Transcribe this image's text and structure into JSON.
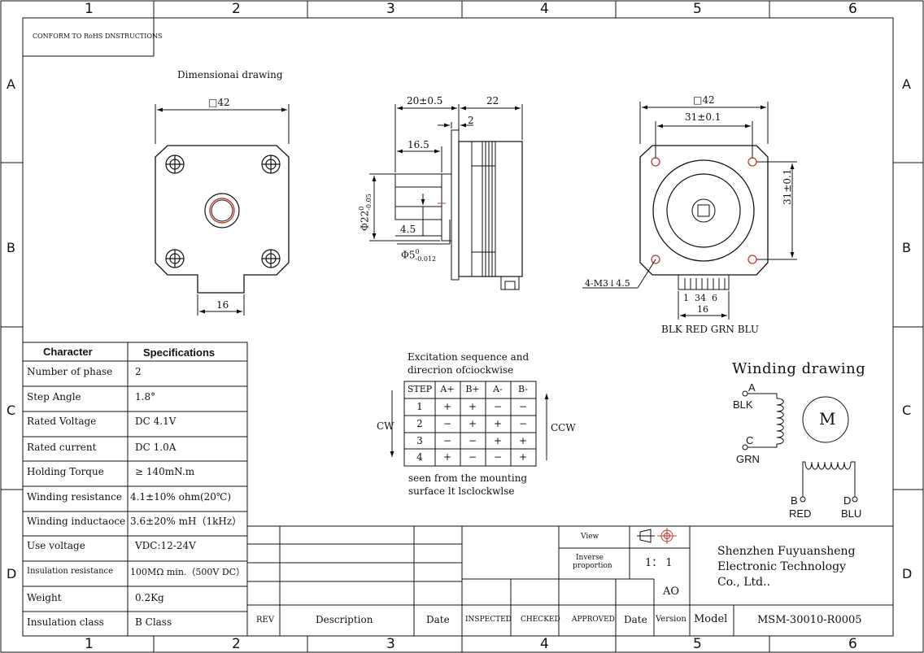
{
  "frame": {
    "columns": [
      "1",
      "2",
      "3",
      "4",
      "5",
      "6"
    ],
    "rows": [
      "A",
      "B",
      "C",
      "D"
    ]
  },
  "header_note": "CONFORM TO RoHS DNSTRUCTIONS",
  "front_view": {
    "title": "Dimensionai drawing",
    "width_dim": "□42",
    "bottom_dim": "16"
  },
  "side_view": {
    "dim_top_left": "20±0.5",
    "dim_top_right": "22",
    "dim_flange": "2",
    "dim_shaft_len": "16.5",
    "dim_flat": "4.5",
    "dim_pilot": "Φ22",
    "dim_pilot_tol_upper": "0",
    "dim_pilot_tol_lower": "-0.05",
    "dim_shaft": "Φ5",
    "dim_shaft_tol_upper": "0",
    "dim_shaft_tol_lower": "-0.012"
  },
  "end_view": {
    "width_dim": "□42",
    "hole_spacing_h": "31±0.1",
    "hole_spacing_v": "31±0.1",
    "holes_note": "4-M3↓4.5",
    "pins": "1  34  6",
    "connector_width": "16",
    "wire_colors": "BLK RED GRN BLU"
  },
  "specs": {
    "header_character": "Character",
    "header_specifications": "Specifications",
    "rows": [
      {
        "name": "Number of phase",
        "value": "2"
      },
      {
        "name": "Step Angle",
        "value": "1.8°"
      },
      {
        "name": "Rated Voltage",
        "value": "DC  4.1V"
      },
      {
        "name": "Rated current",
        "value": "DC  1.0A"
      },
      {
        "name": "Holding Torque",
        "value": "≥ 140mN.m"
      },
      {
        "name": "Winding resistance",
        "value": "4.1±10% ohm(20℃)"
      },
      {
        "name": "Winding inductaoce",
        "value": "3.6±20% mH（1kHz）"
      },
      {
        "name": "Use voltage",
        "value": "VDC:12-24V"
      },
      {
        "name": "Insulation resistance",
        "value": "100MΩ min.（500V DC）"
      },
      {
        "name": "Weight",
        "value": "0.2Kg"
      },
      {
        "name": "Insulation class",
        "value": "B Class"
      }
    ]
  },
  "excitation": {
    "title_line1": "Excitation sequence and",
    "title_line2": "direcrion ofciockwise",
    "headers": [
      "STEP",
      "A+",
      "B+",
      "A-",
      "B-"
    ],
    "rows": [
      [
        "1",
        "+",
        "+",
        "−",
        "−"
      ],
      [
        "2",
        "−",
        "+",
        "+",
        "−"
      ],
      [
        "3",
        "−",
        "−",
        "+",
        "+"
      ],
      [
        "4",
        "+",
        "−",
        "−",
        "+"
      ]
    ],
    "cw_label": "CW",
    "ccw_label": "CCW",
    "note_line1": "seen from the mounting",
    "note_line2": "surface lt lsclockwlse"
  },
  "winding": {
    "title": "Winding drawing",
    "terminal_a": "A",
    "color_a": "BLK",
    "terminal_c": "C",
    "color_c": "GRN",
    "terminal_b": "B",
    "color_b": "RED",
    "terminal_d": "D",
    "color_d": "BLU",
    "motor_symbol": "M"
  },
  "title_block": {
    "view_label": "View",
    "inverse_label_1": "Inverse",
    "inverse_label_2": "proportion",
    "scale": "1： 1",
    "sheet_size": "AO",
    "rev": "REV",
    "description": "Description",
    "date": "Date",
    "inspected": "INSPECTED",
    "checked": "CHECKED",
    "approved": "APPROVED",
    "date2": "Date",
    "version": "Version",
    "model_label": "Model",
    "model_value": "MSM-30010-R0005",
    "company": "Shenzhen Fuyuansheng\nElectronic Technology\nCo., Ltd.."
  },
  "colors": {
    "line": "#111111",
    "accent_red": "#c0392b"
  }
}
